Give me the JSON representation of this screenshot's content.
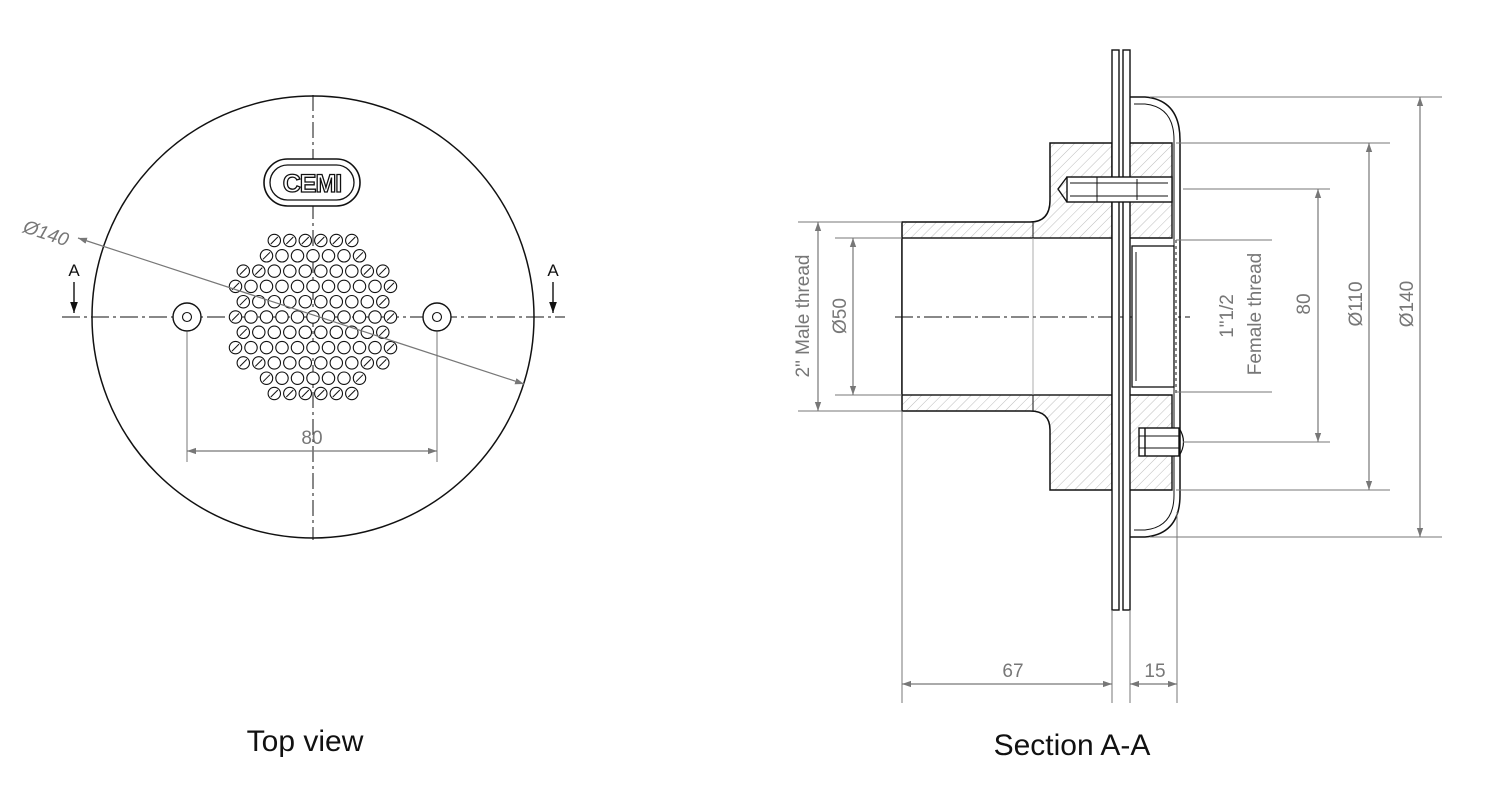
{
  "top_view": {
    "caption": "Top view",
    "logo_text": "CEMI",
    "diameter_label": "Ø140",
    "hole_spacing_label": "80",
    "section_mark_left": "A",
    "section_mark_right": "A"
  },
  "section_view": {
    "caption": "Section A-A",
    "male_thread_label": "2\" Male thread",
    "inner_diameter_label": "Ø50",
    "female_thread_size_label": "1\"1/2",
    "female_thread_label": "Female thread",
    "bolt_circle_label": "80",
    "flange_diameter_label": "Ø110",
    "outer_diameter_label": "Ø140",
    "length_label": "67",
    "grate_depth_label": "15"
  },
  "colors": {
    "line": "#111111",
    "dimension": "#777777",
    "hatch": "#b5b5b5"
  }
}
